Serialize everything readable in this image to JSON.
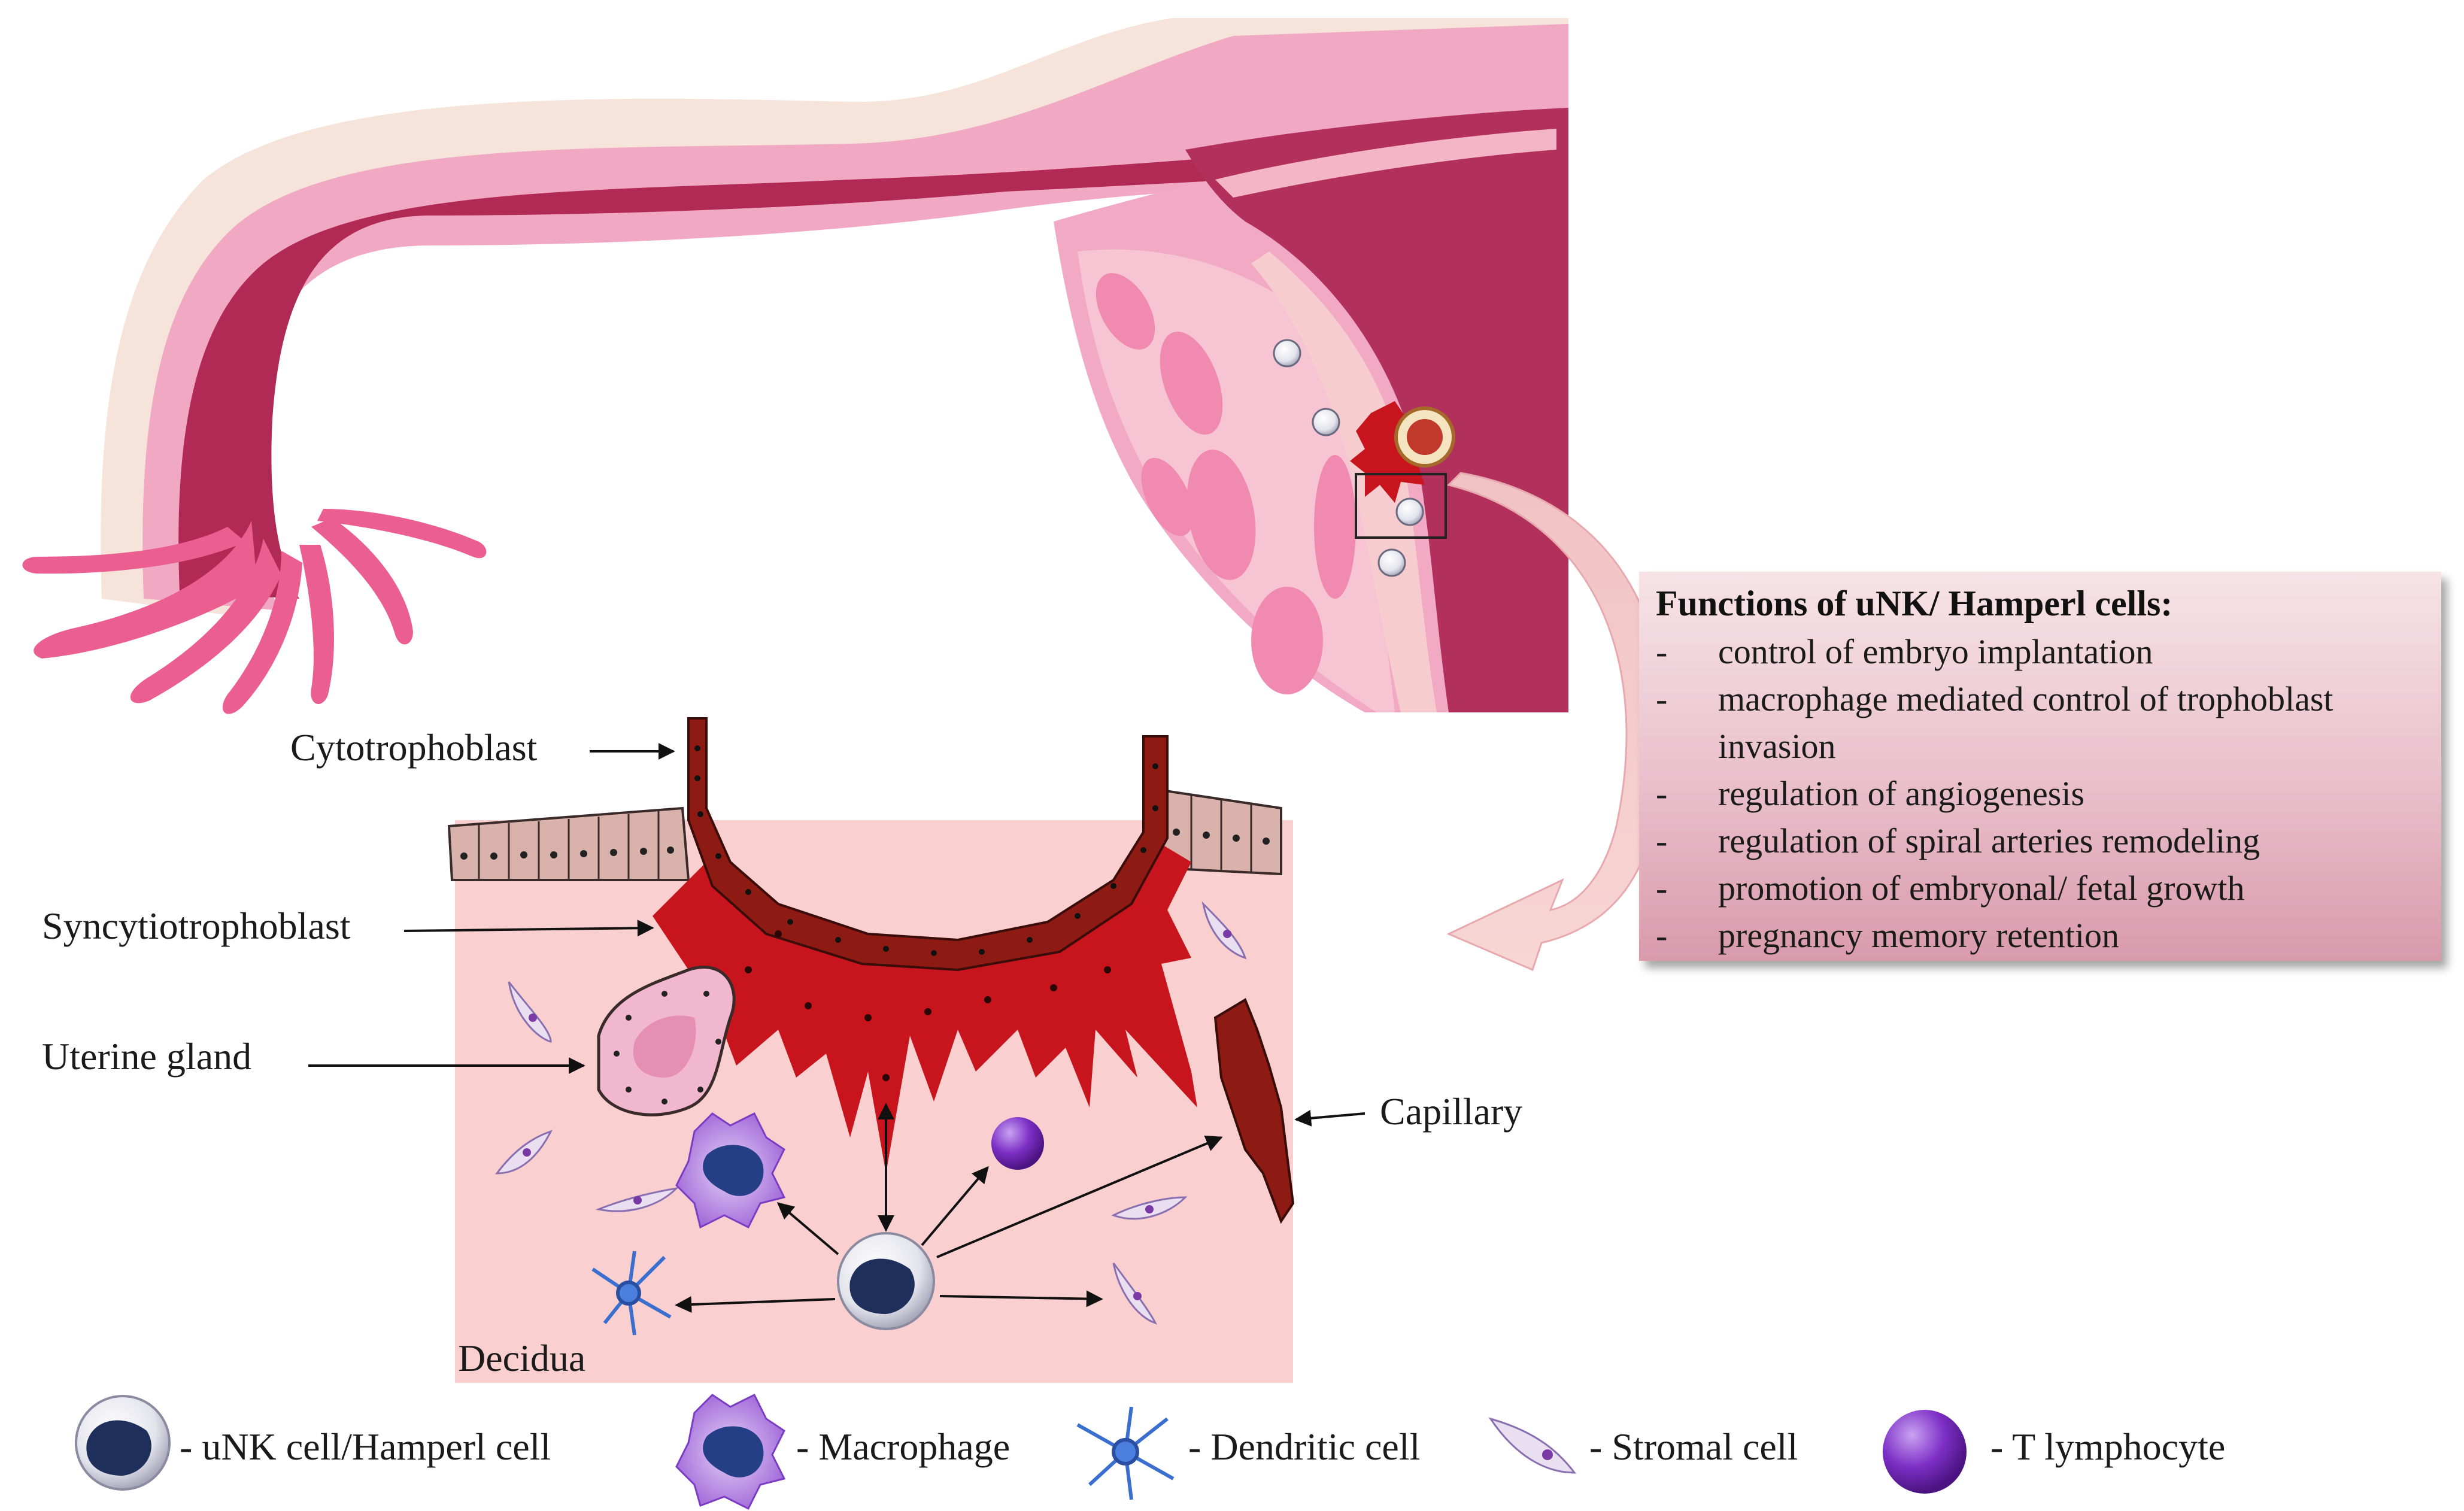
{
  "labels": {
    "cytotrophoblast": "Cytotrophoblast",
    "syncytiotrophoblast": "Syncytiotrophoblast",
    "uterine_gland": "Uterine gland",
    "capillary": "Capillary",
    "decidua": "Decidua"
  },
  "functions": {
    "title": "Functions of uNK/ Hamperl cells:",
    "items": [
      "control of embryo implantation",
      "macrophage mediated control of trophoblast invasion",
      "regulation of angiogenesis",
      "regulation of spiral arteries remodeling",
      "promotion of embryonal/ fetal growth",
      "pregnancy memory retention"
    ],
    "bullet": "-"
  },
  "legend": [
    {
      "label": "- uNK cell/Hamperl cell"
    },
    {
      "label": "- Macrophage"
    },
    {
      "label": "- Dendritic cell"
    },
    {
      "label": "- Stromal cell"
    },
    {
      "label": "- T lymphocyte"
    }
  ],
  "colors": {
    "uterus_wall": "#f5b8c8",
    "endometrium": "#b8345e",
    "decidua_bg": "#f9cfcf",
    "trophoblast": "#c8151d",
    "cytotrophoblast": "#8e1a14",
    "function_box": "#e9bfcc",
    "arrow_pink": "#f3c0c4"
  }
}
